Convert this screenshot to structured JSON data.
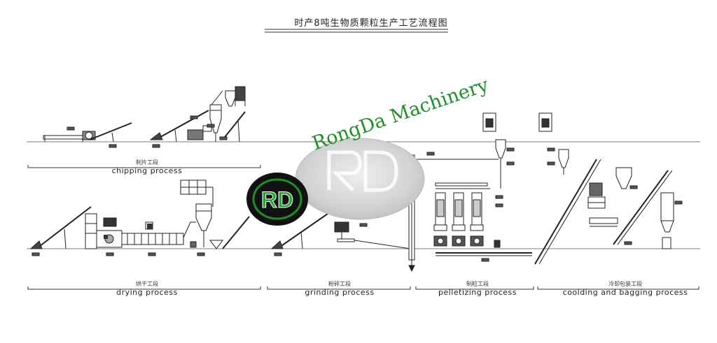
{
  "title": "时产8吨生物质颗粒生产工艺流程图",
  "watermark": {
    "brand_text": "RongDa Machinery",
    "logo_letters": "RD",
    "colors": {
      "green": "#1f8f2a",
      "dark": "#111111",
      "grey": "#c8c8c8"
    }
  },
  "sections": [
    {
      "id": "chipping",
      "cn": "制片工段",
      "en": "chipping process"
    },
    {
      "id": "drying",
      "cn": "烘干工段",
      "en": "drying process"
    },
    {
      "id": "grinding",
      "cn": "粉碎工段",
      "en": "grinding process"
    },
    {
      "id": "pelletizing",
      "cn": "制粒工段",
      "en": "pelletizing process"
    },
    {
      "id": "cooling",
      "cn": "冷却包装工段",
      "en": "coolding and bagging process"
    }
  ]
}
